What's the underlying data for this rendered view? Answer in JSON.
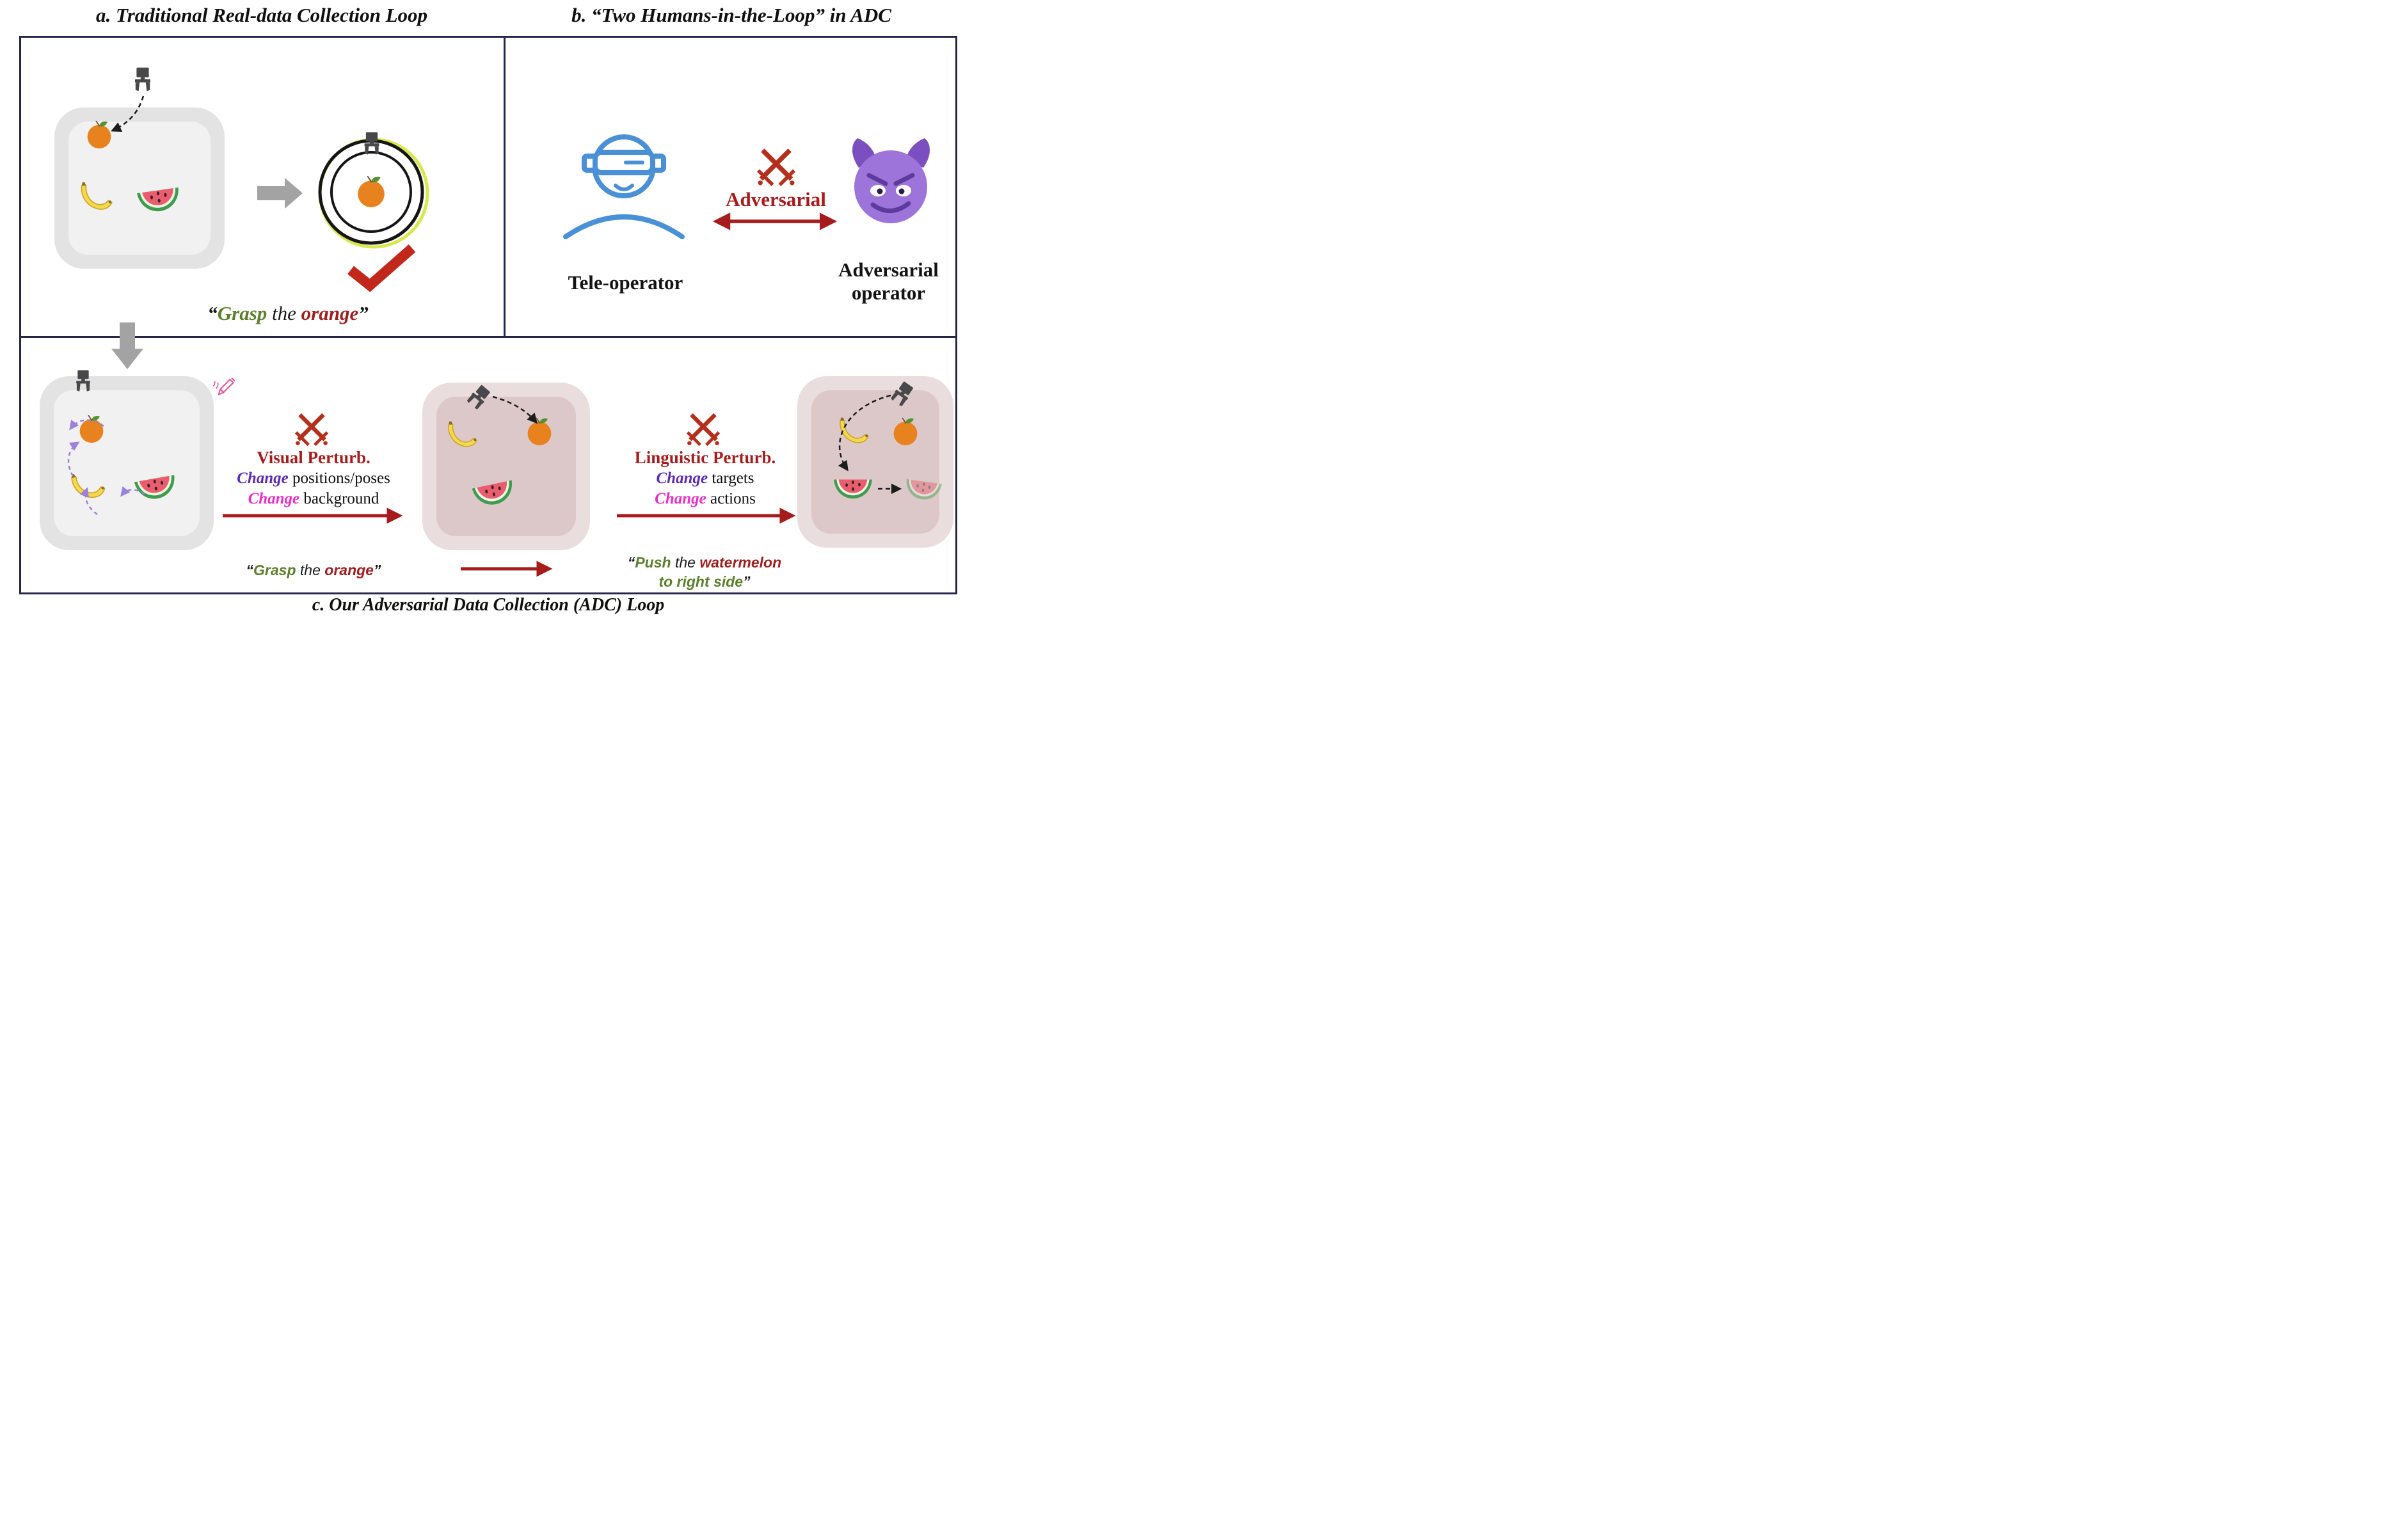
{
  "titles": {
    "panel_a": "a. Traditional Real-data Collection Loop",
    "panel_b": "b. “Two Humans-in-the-Loop” in ADC",
    "panel_c": "c. Our Adversarial Data Collection (ADC) Loop"
  },
  "panel_a": {
    "instruction": {
      "open": "“",
      "verb": "Grasp",
      "mid": " the ",
      "object": "orange",
      "close": "”"
    }
  },
  "panel_b": {
    "adversarial_label": "Adversarial",
    "tele_operator": "Tele-operator",
    "adversarial_operator_line1": "Adversarial",
    "adversarial_operator_line2": "operator"
  },
  "panel_c": {
    "visual": {
      "title": "Visual Perturb.",
      "kw1": "Change",
      "rest1": " positions/poses",
      "kw2": "Change",
      "rest2": " background"
    },
    "linguistic": {
      "title": "Linguistic Perturb.",
      "kw1": "Change",
      "rest1": " targets",
      "kw2": "Change",
      "rest2": " actions"
    },
    "instruction_grasp": {
      "open": "“",
      "verb": "Grasp",
      "mid": " the ",
      "object": "orange",
      "close": "”"
    },
    "instruction_push": {
      "open": "“",
      "verb": "Push",
      "mid": " the ",
      "object": "watermelon",
      "line2": "to right side",
      "close": "”"
    }
  },
  "colors": {
    "frame_navy": "#26264a",
    "accent_dark_red": "#a61c1c",
    "verb_green": "#5c7f2d",
    "object_red": "#9e1f1f",
    "keyword_purple": "#5b2bb4",
    "keyword_magenta": "#e92ec7",
    "teleoperator_blue": "#4a90d6",
    "devil_purple": "#9d74da",
    "gripper_gray": "#48484c",
    "block_arrow_gray": "#a3a3a3",
    "perturbed_bin_pink": "#dcc8c8",
    "bin_gray": "#e3e3e3",
    "lens_yellow_green": "#d6e84e"
  },
  "icons": {
    "robot-gripper-icon": "svg-shape",
    "orange-fruit-icon": "svg-shape",
    "banana-icon": "svg-shape",
    "watermelon-slice-icon": "svg-shape",
    "camera-lens-icon": "svg-shape",
    "success-check-icon": "✔",
    "teleoperator-vr-icon": "svg-shape",
    "adversary-devil-icon": "😈",
    "crossed-swords-icon": "⚔",
    "edit-pencil-icon": "✎"
  }
}
